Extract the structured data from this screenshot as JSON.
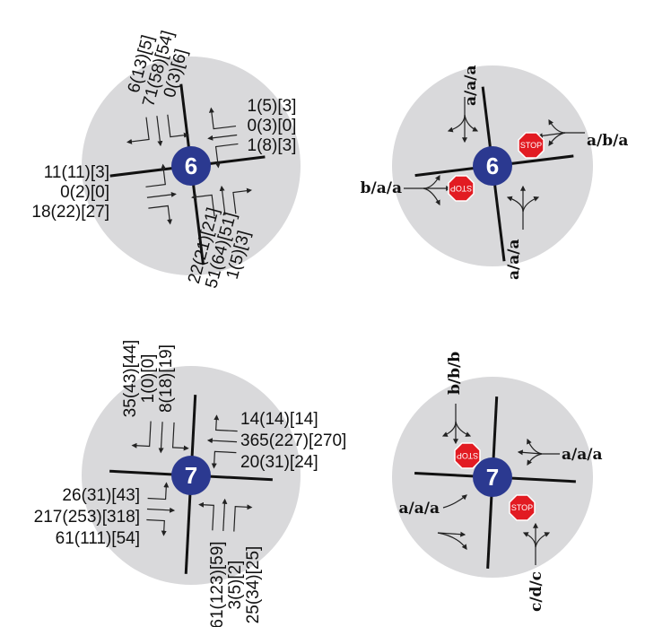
{
  "colors": {
    "circle_bg": "#d9d9db",
    "badge": "#2b3990",
    "stop_fill": "#e21b22",
    "ink": "#111111"
  },
  "stop_sign_text": "STOP",
  "intersections": [
    {
      "id": "6",
      "volumes": {
        "sb": [
          "6(13)[5]",
          "71(58)[54]",
          "0(3)[6]"
        ],
        "wb": [
          "1(5)[3]",
          "0(3)[0]",
          "1(8)[3]"
        ],
        "eb": [
          "11(11)[3]",
          "0(2)[0]",
          "18(22)[27]"
        ],
        "nb": [
          "22(21)[21]",
          "51(64)[51]",
          "1(5)[3]"
        ]
      },
      "los": {
        "north": "a/a/a",
        "east": "a/b/a",
        "west": "b/a/a",
        "south": "a/a/a"
      }
    },
    {
      "id": "7",
      "volumes": {
        "sb": [
          "35(43)[44]",
          "1(0)[0]",
          "8(18)[19]"
        ],
        "wb": [
          "14(14)[14]",
          "365(227)[270]",
          "20(31)[24]"
        ],
        "eb": [
          "26(31)[43]",
          "217(253)[318]",
          "61(111)[54]"
        ],
        "nb": [
          "61(123)[59]",
          "3(5)[2]",
          "25(34)[25]"
        ]
      },
      "los": {
        "north": "b/b/b",
        "east": "a/a/a",
        "west": "a/a/a",
        "south": "c/d/c"
      }
    }
  ]
}
